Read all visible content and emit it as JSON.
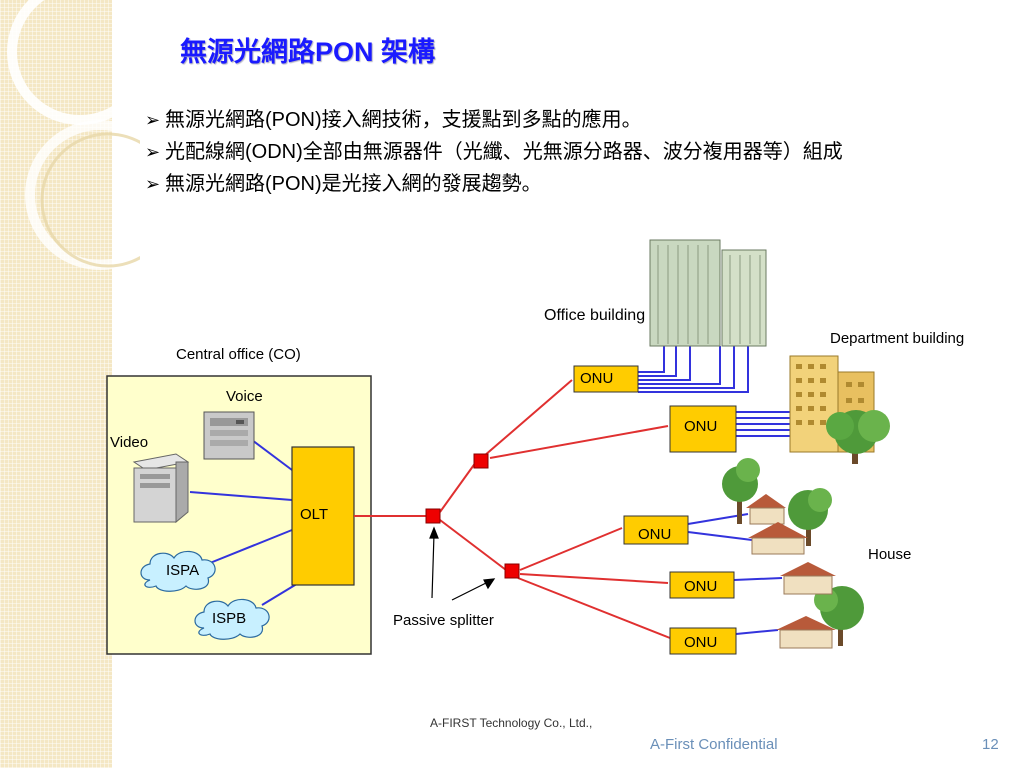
{
  "title": "無源光網路PON 架構",
  "bullets": [
    {
      "arrow": "➢",
      "text": "無源光網路(PON)接入網技術，支援點到多點的應用。"
    },
    {
      "arrow": "➢",
      "text": "光配線網(ODN)全部由無源器件（光纖、光無源分路器、波分複用器等）組成"
    },
    {
      "arrow": "➢",
      "text": "無源光網路(PON)是光接入網的發展趨勢。"
    }
  ],
  "diagram": {
    "central_office_label": "Central office (CO)",
    "voice_label": "Voice",
    "video_label": "Video",
    "olt_label": "OLT",
    "ispa_label": "ISPA",
    "ispb_label": "ISPB",
    "passive_splitter_label": "Passive splitter",
    "office_building_label": "Office building",
    "department_building_label": "Department building",
    "house_label": "House",
    "onu_labels": [
      "ONU",
      "ONU",
      "ONU",
      "ONU",
      "ONU"
    ],
    "colors": {
      "fiber": "#e03030",
      "copper": "#3333dd",
      "olt_fill": "#ffcc00",
      "co_fill": "#ffffcc",
      "cloud_fill": "#c8f0ff"
    }
  },
  "footer": {
    "company": "A-FIRST Technology Co., Ltd.,",
    "confidential": "A-First Confidential",
    "page_number": "12"
  }
}
